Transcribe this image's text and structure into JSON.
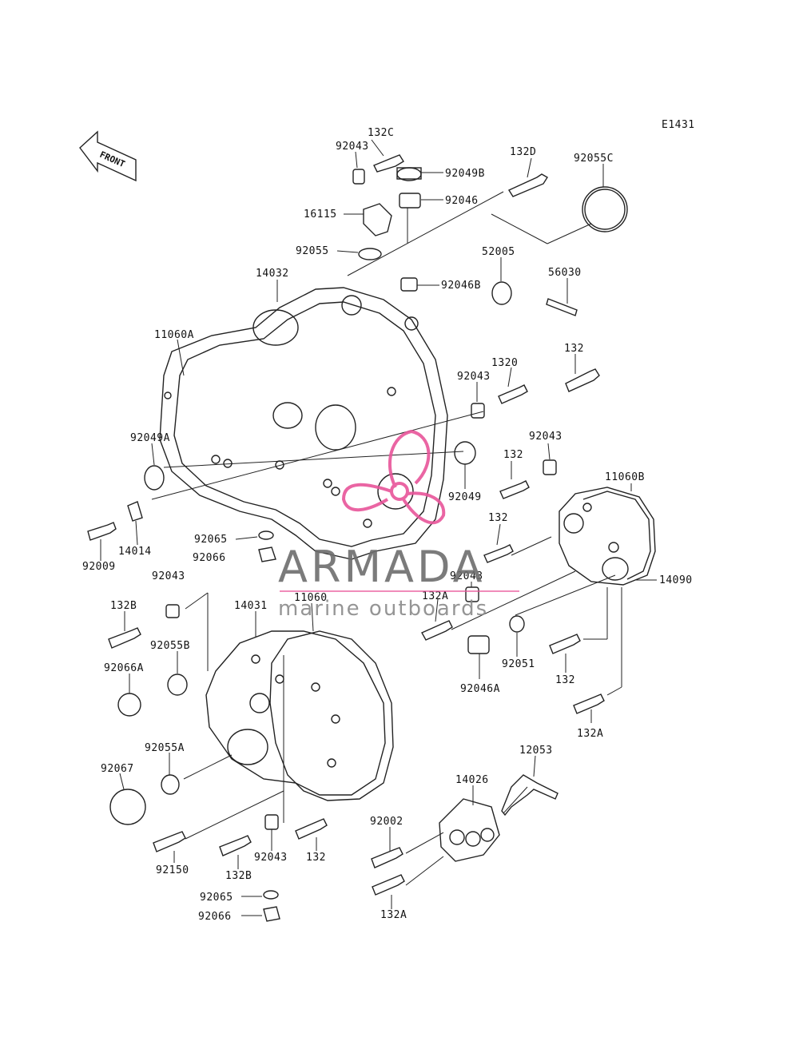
{
  "diagram_code": "E1431",
  "front_arrow_label": "FRONT",
  "watermark": {
    "title": "ARMADA",
    "subtitle": "marine outboards",
    "accent_color": "#e8559a",
    "text_color": "#6d6d6d"
  },
  "part_labels": [
    "132C",
    "92043",
    "92049B",
    "132D",
    "92055C",
    "92046",
    "16115",
    "92055",
    "52005",
    "56030",
    "14032",
    "92046B",
    "11060A",
    "132",
    "1320",
    "92043",
    "92049A",
    "92043",
    "132",
    "11060B",
    "92049",
    "14014",
    "92009",
    "92065",
    "92066",
    "132",
    "92043",
    "14090",
    "92043",
    "132A",
    "14031",
    "11060",
    "132B",
    "92055B",
    "92051",
    "132",
    "92046A",
    "92066A",
    "132A",
    "92055A",
    "12053",
    "92067",
    "14026",
    "92002",
    "92150",
    "132B",
    "92043",
    "132",
    "132A",
    "92065",
    "92066"
  ]
}
